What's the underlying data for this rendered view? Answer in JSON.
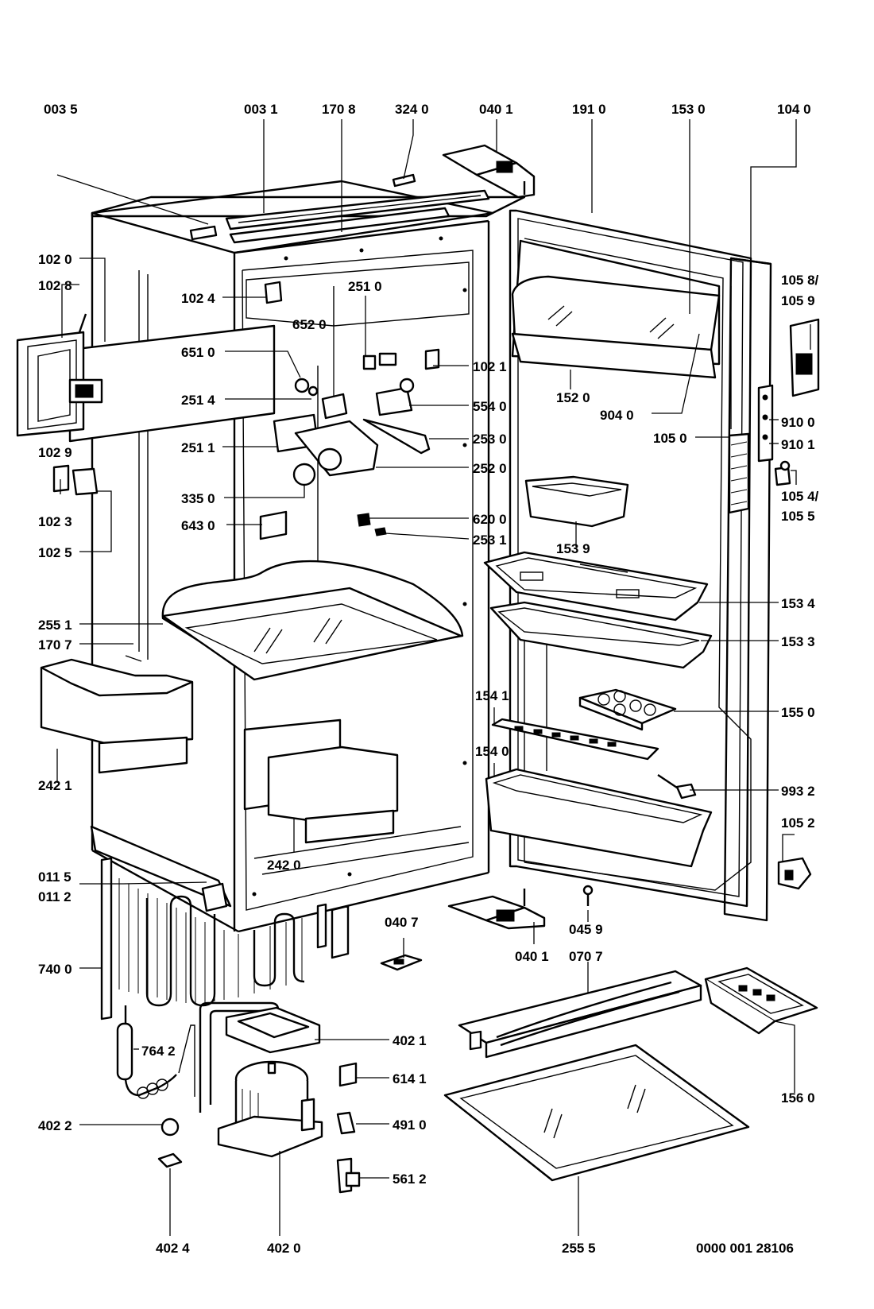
{
  "document_number": "0000 001 28106",
  "callouts": {
    "c0035": "003 5",
    "c0031": "003 1",
    "c1708": "170 8",
    "c3240": "324 0",
    "c0401_top": "040 1",
    "c1910": "191 0",
    "c1530": "153 0",
    "c1040": "104 0",
    "c1020": "102 0",
    "c1028": "102 8",
    "c1024": "102 4",
    "c2510": "251 0",
    "c6520": "652 0",
    "c6510": "651 0",
    "c1021": "102 1",
    "c2514": "251 4",
    "c5540": "554 0",
    "c2511": "251 1",
    "c2530": "253 0",
    "c1029": "102 9",
    "c2520": "252 0",
    "c3350": "335 0",
    "c1023": "102 3",
    "c6430": "643 0",
    "c6200": "620 0",
    "c2531": "253 1",
    "c1025": "102 5",
    "c1058": "105 8/",
    "c1059": "105 9",
    "c1520": "152 0",
    "c9040": "904 0",
    "c9100": "910 0",
    "c1050": "105 0",
    "c9101": "910 1",
    "c1054": "105 4/",
    "c1055": "105 5",
    "c1539": "153 9",
    "c1534": "153 4",
    "c1533": "153 3",
    "c2551": "255 1",
    "c1707": "170 7",
    "c1541": "154 1",
    "c1550": "155 0",
    "c2421": "242 1",
    "c1540": "154 0",
    "c9932": "993 2",
    "c1052": "105 2",
    "c2420": "242 0",
    "c0115": "011 5",
    "c0112": "011 2",
    "c0407": "040 7",
    "c0459": "045 9",
    "c0401_bottom": "040 1",
    "c0707": "070 7",
    "c7400": "740 0",
    "c4021": "402 1",
    "c7642": "764 2",
    "c6141": "614 1",
    "c1560": "156 0",
    "c4022": "402 2",
    "c4910": "491 0",
    "c5612": "561 2",
    "c4024": "402 4",
    "c4020": "402 0",
    "c2555": "255 5"
  }
}
